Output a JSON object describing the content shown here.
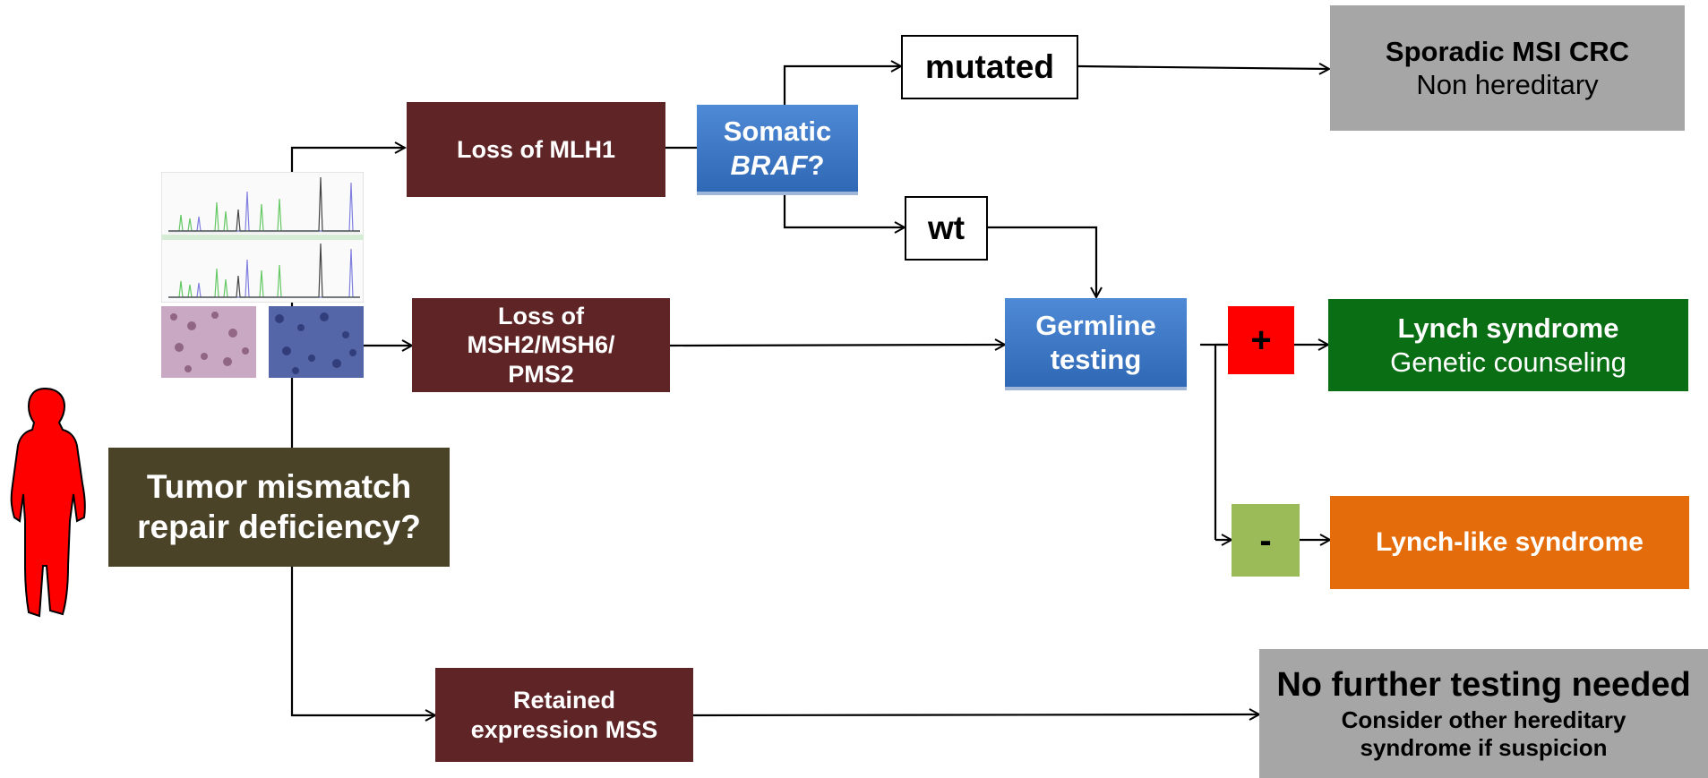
{
  "root": {
    "label": "Tumor mismatch repair deficiency?"
  },
  "branches": {
    "mlh1": "Loss of MLH1",
    "msh": "Loss of MSH2/MSH6/ PMS2",
    "retained": "Retained expression MSS"
  },
  "braf": {
    "line1": "Somatic",
    "gene": "BRAF",
    "suffix": "?"
  },
  "braf_results": {
    "mutated": "mutated",
    "wt": "wt"
  },
  "germline": {
    "label": "Germline testing"
  },
  "results": {
    "positive": "+",
    "negative": "-"
  },
  "outcomes": {
    "sporadic": {
      "title": "Sporadic MSI CRC",
      "subtitle": "Non hereditary"
    },
    "lynch": {
      "title": "Lynch syndrome",
      "subtitle": "Genetic counseling"
    },
    "lynch_like": {
      "title": "Lynch-like syndrome"
    },
    "no_testing": {
      "title": "No further testing needed",
      "subtitle": "Consider other hereditary syndrome if suspicion"
    }
  },
  "colors": {
    "maroon": "#5e2426",
    "olive": "#4a4328",
    "blue": "#3a77c4",
    "grey": "#a6a6a6",
    "green": "#0a6e14",
    "orange": "#e46c0a",
    "red": "#ff0000",
    "light_green": "#9bbb59"
  },
  "icons": [
    "person-silhouette-icon",
    "msi-electropherogram-icon",
    "ihc-stain-image-icon"
  ]
}
